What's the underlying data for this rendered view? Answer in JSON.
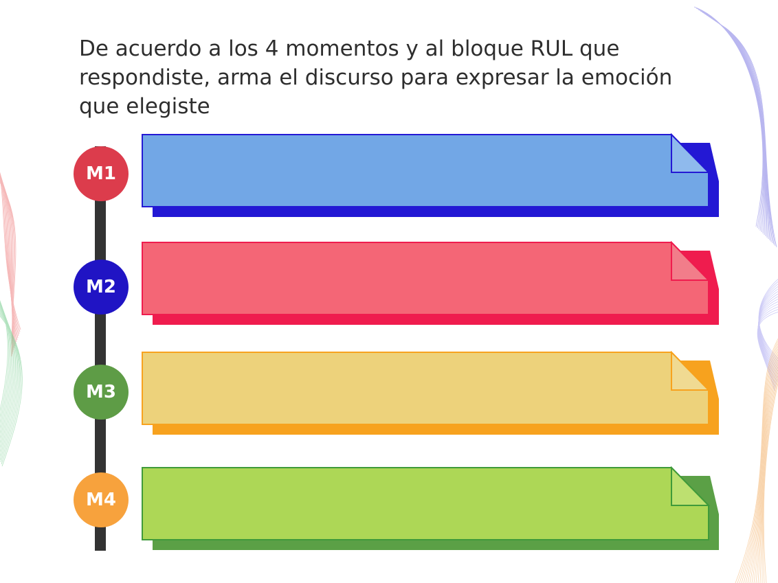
{
  "instruction": "De acuerdo a los 4 momentos y al bloque RUL que respondiste, arma el discurso para expresar la emoción que elegiste",
  "moments": [
    {
      "label": "M1",
      "marker_color": "#dc3c4c",
      "fill": "#72a7e6",
      "shadow": "#2318d4",
      "border": "#2318d4"
    },
    {
      "label": "M2",
      "marker_color": "#2014c4",
      "fill": "#f46676",
      "shadow": "#ef1c4e",
      "border": "#ef1c4e"
    },
    {
      "label": "M3",
      "marker_color": "#5e9c46",
      "fill": "#edd27b",
      "shadow": "#f7a21e",
      "border": "#f7a21e"
    },
    {
      "label": "M4",
      "marker_color": "#f7a23d",
      "fill": "#add756",
      "shadow": "#5ba046",
      "border": "#3f9a3a"
    }
  ],
  "colors": {
    "timeline": "#333333",
    "text": "#2e2e2e"
  }
}
